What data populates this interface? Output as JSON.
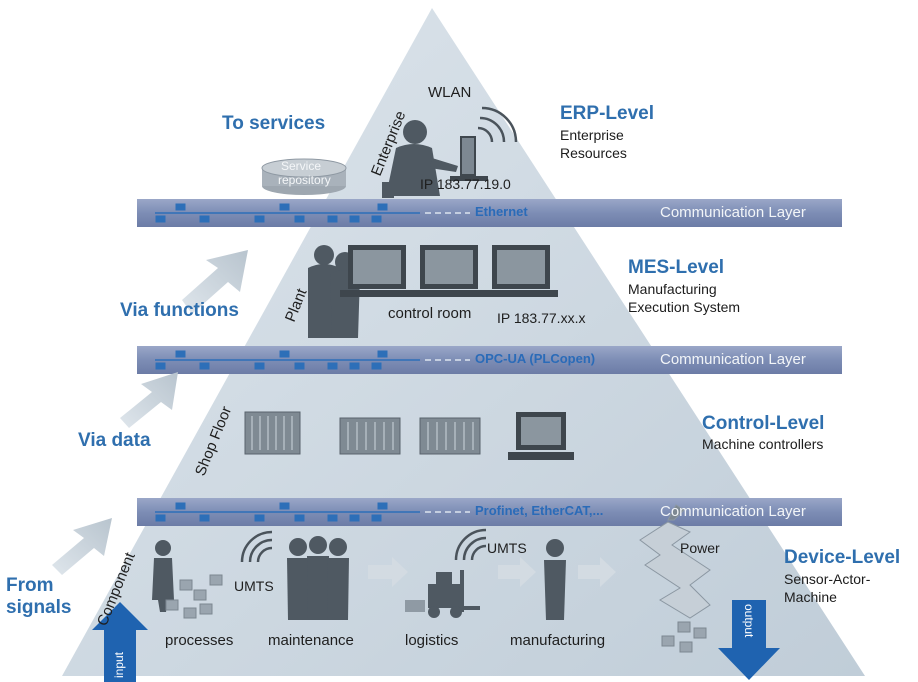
{
  "levels": {
    "erp": {
      "title": "ERP-Level",
      "subtitle": [
        "Enterprise",
        "Resources"
      ]
    },
    "mes": {
      "title": "MES-Level",
      "subtitle": [
        "Manufacturing",
        "Execution System"
      ]
    },
    "control": {
      "title": "Control-Level",
      "subtitle": [
        "Machine controllers"
      ]
    },
    "device": {
      "title": "Device-Level",
      "subtitle": [
        "Sensor-Actor-",
        "Machine"
      ]
    }
  },
  "layers": {
    "top": {
      "label": "Communication Layer",
      "protocol": "Ethernet"
    },
    "middle": {
      "label": "Communication Layer",
      "protocol": "OPC-UA (PLCopen)"
    },
    "bottom": {
      "label": "Communication Layer",
      "protocol": "Profinet, EtherCAT,..."
    }
  },
  "flows": {
    "to_services": "To services",
    "via_functions": "Via functions",
    "via_data": "Via data",
    "from_signals": [
      "From",
      "signals"
    ]
  },
  "erp_zone": {
    "rotated": "Enterprise",
    "wlan": "WLAN",
    "service_repository": [
      "Service",
      "repository"
    ],
    "ip": "IP 183.77.19.0"
  },
  "mes_zone": {
    "rotated": "Plant",
    "control_room": "control room",
    "ip": "IP 183.77.xx.x"
  },
  "control_zone": {
    "rotated": "Shop Floor"
  },
  "device_zone": {
    "rotated": "Component",
    "umts_1": "UMTS",
    "umts_2": "UMTS",
    "power": "Power",
    "processes": "processes",
    "maintenance": "maintenance",
    "logistics": "logistics",
    "manufacturing": "manufacturing",
    "input": "input",
    "output": "output"
  },
  "colors": {
    "pyramid": "#cad6e0",
    "band": "#7f8fb6",
    "accent_blue": "#2f6fae",
    "arrow_blue": "#1f63b0",
    "silhouette": "#56606a"
  }
}
